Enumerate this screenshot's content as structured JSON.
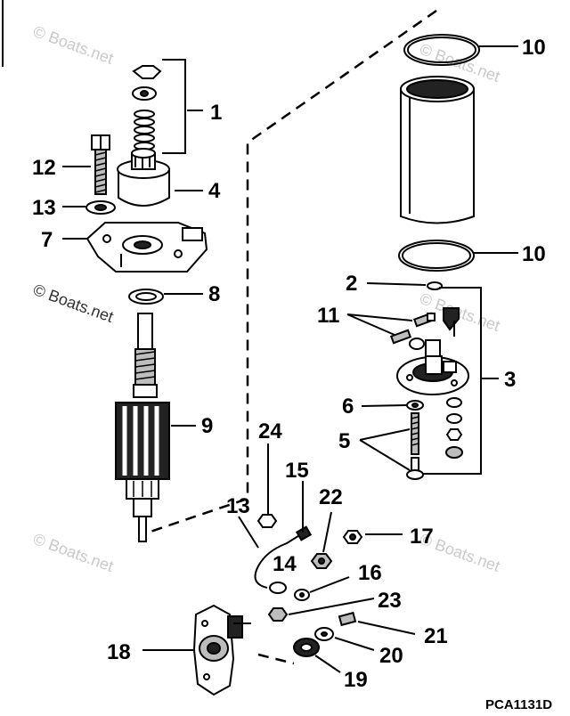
{
  "drawing_code": "PCA1131D",
  "watermark": "© Boats.net",
  "callouts": {
    "c1": "1",
    "c2": "2",
    "c3": "3",
    "c4": "4",
    "c5": "5",
    "c6": "6",
    "c7": "7",
    "c8": "8",
    "c9": "9",
    "c10a": "10",
    "c10b": "10",
    "c11": "11",
    "c12": "12",
    "c13a": "13",
    "c13b": "13",
    "c14": "14",
    "c15": "15",
    "c16": "16",
    "c17": "17",
    "c18": "18",
    "c19": "19",
    "c20": "20",
    "c21": "21",
    "c22": "22",
    "c23": "23",
    "c24": "24"
  }
}
